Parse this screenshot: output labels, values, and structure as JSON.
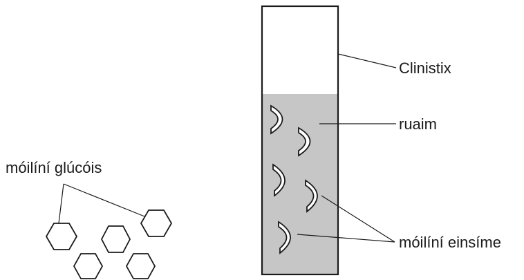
{
  "labels": {
    "strip": "Clinistix",
    "enzyme_layer": "ruaim",
    "glucose": "móilíní glúcóis",
    "enzyme": "móilíní einsíme"
  },
  "colors": {
    "ink": "#1a1a1a",
    "layer_fill": "#c6c6c6",
    "background": "#ffffff"
  },
  "glucose_molecule_count": 5,
  "enzyme_molecule_count": 5
}
